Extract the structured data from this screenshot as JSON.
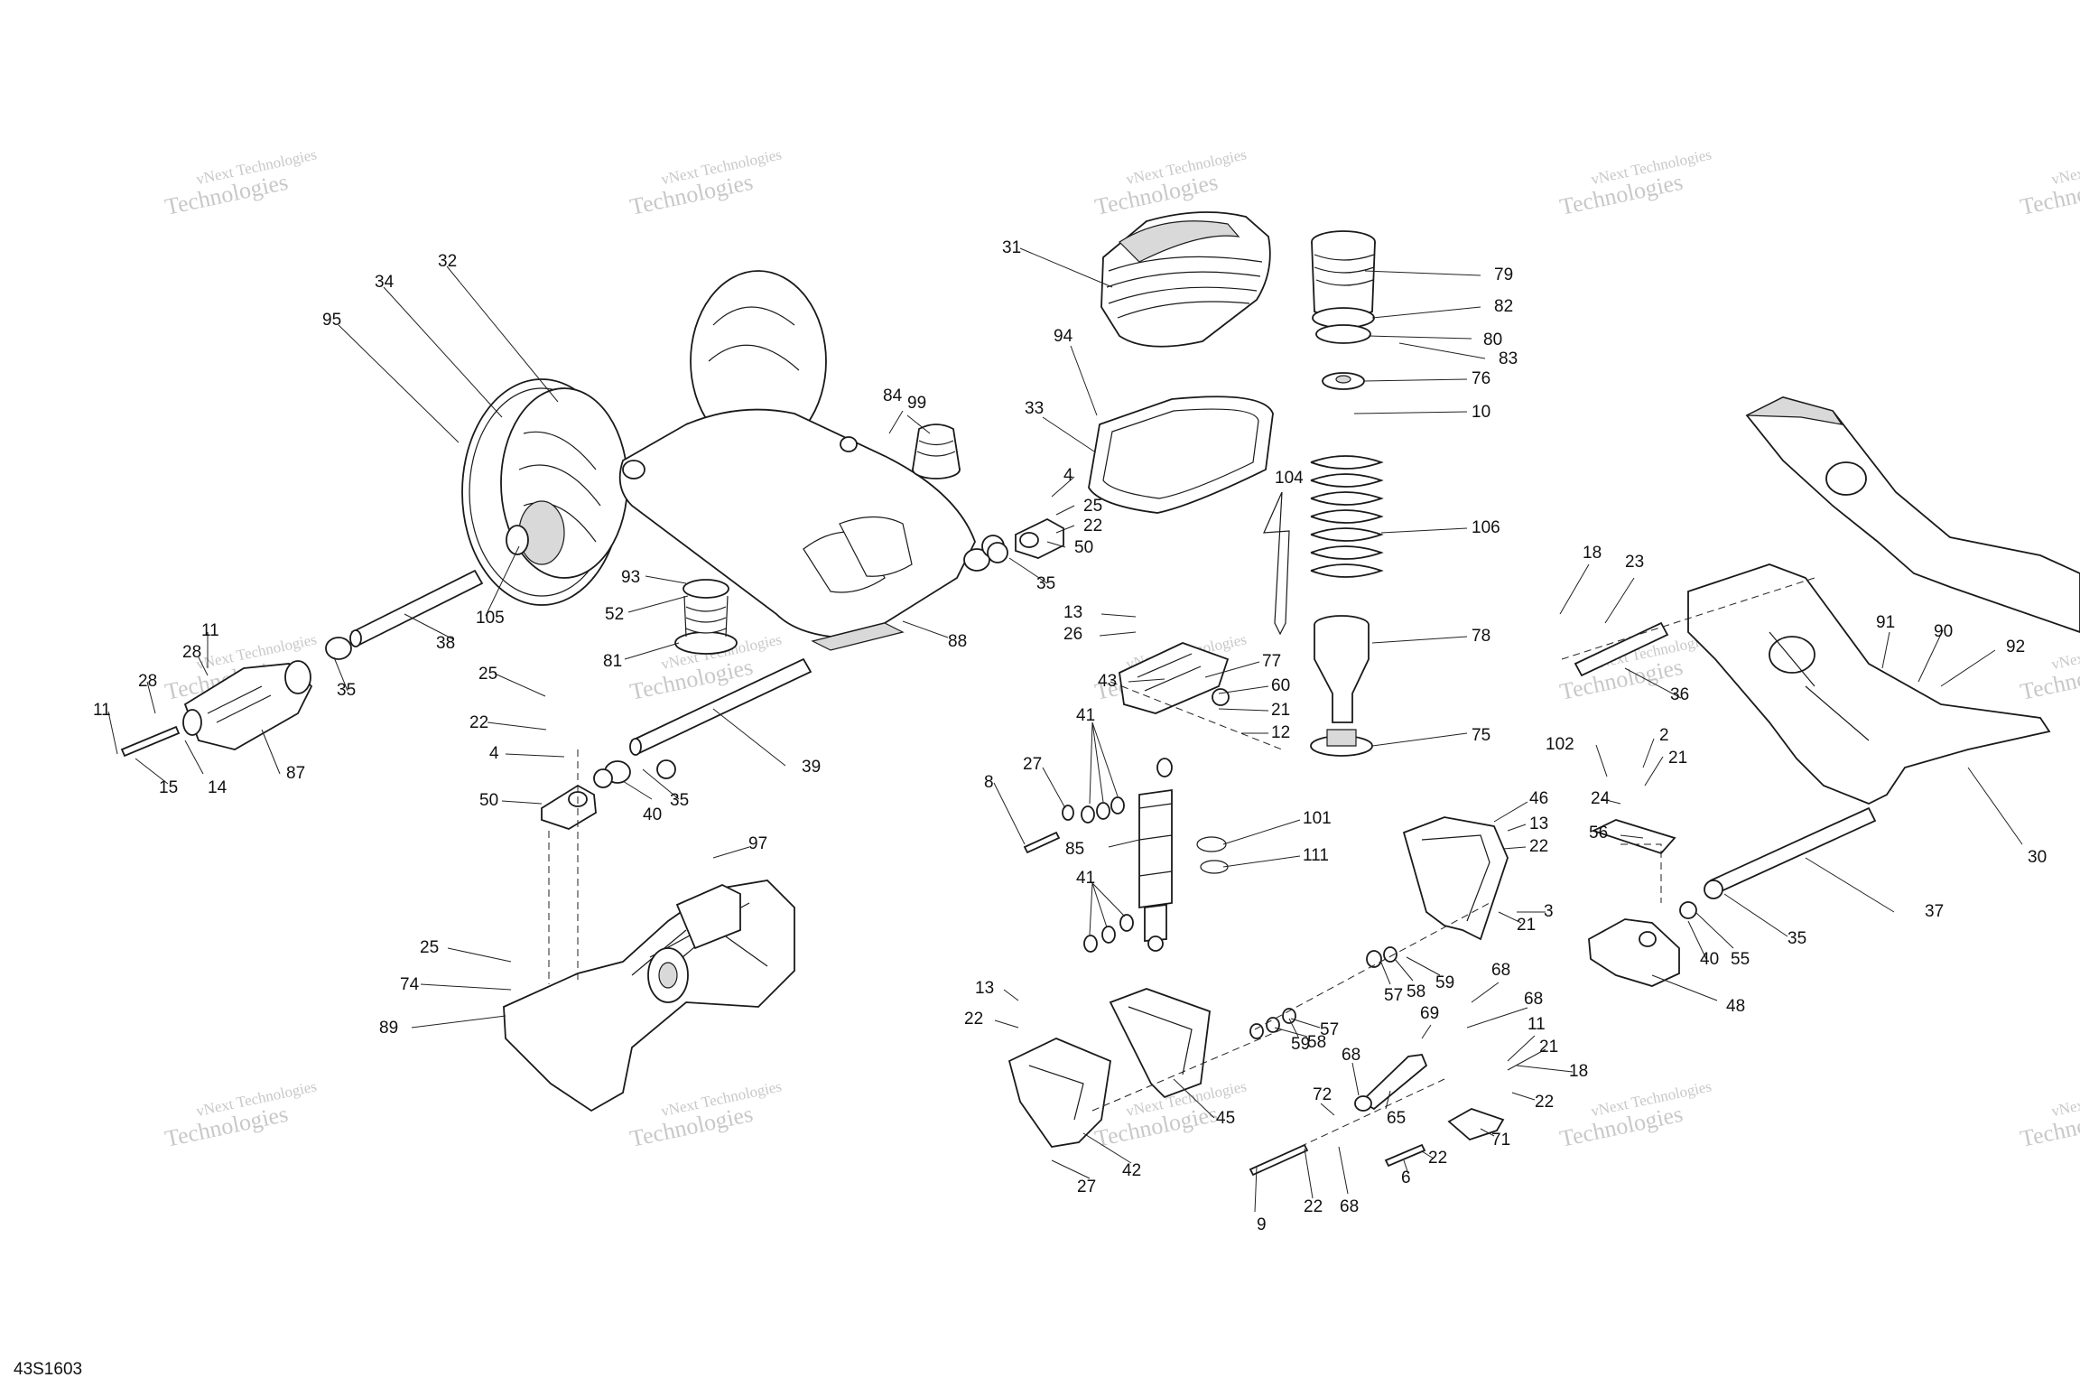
{
  "diagram_code": "43S1603",
  "watermark": {
    "line1": "vNext Technologies",
    "line2": "Technologies"
  },
  "callouts": [
    {
      "n": "31"
    },
    {
      "n": "79"
    },
    {
      "n": "82"
    },
    {
      "n": "80"
    },
    {
      "n": "83"
    },
    {
      "n": "76"
    },
    {
      "n": "10"
    },
    {
      "n": "104"
    },
    {
      "n": "106"
    },
    {
      "n": "78"
    },
    {
      "n": "75"
    },
    {
      "n": "33"
    },
    {
      "n": "94"
    },
    {
      "n": "84"
    },
    {
      "n": "99"
    },
    {
      "n": "32"
    },
    {
      "n": "34"
    },
    {
      "n": "95"
    },
    {
      "n": "4"
    },
    {
      "n": "25"
    },
    {
      "n": "22"
    },
    {
      "n": "50"
    },
    {
      "n": "35"
    },
    {
      "n": "93"
    },
    {
      "n": "52"
    },
    {
      "n": "81"
    },
    {
      "n": "88"
    },
    {
      "n": "105"
    },
    {
      "n": "38"
    },
    {
      "n": "35"
    },
    {
      "n": "11"
    },
    {
      "n": "28"
    },
    {
      "n": "28"
    },
    {
      "n": "11"
    },
    {
      "n": "15"
    },
    {
      "n": "14"
    },
    {
      "n": "87"
    },
    {
      "n": "25"
    },
    {
      "n": "22"
    },
    {
      "n": "4"
    },
    {
      "n": "50"
    },
    {
      "n": "40"
    },
    {
      "n": "35"
    },
    {
      "n": "39"
    },
    {
      "n": "36"
    },
    {
      "n": "13"
    },
    {
      "n": "26"
    },
    {
      "n": "77"
    },
    {
      "n": "43"
    },
    {
      "n": "60"
    },
    {
      "n": "21"
    },
    {
      "n": "12"
    },
    {
      "n": "41"
    },
    {
      "n": "27"
    },
    {
      "n": "8"
    },
    {
      "n": "85"
    },
    {
      "n": "41"
    },
    {
      "n": "101"
    },
    {
      "n": "111"
    },
    {
      "n": "97"
    },
    {
      "n": "25"
    },
    {
      "n": "74"
    },
    {
      "n": "89"
    },
    {
      "n": "13"
    },
    {
      "n": "22"
    },
    {
      "n": "45"
    },
    {
      "n": "42"
    },
    {
      "n": "27"
    },
    {
      "n": "46"
    },
    {
      "n": "13"
    },
    {
      "n": "22"
    },
    {
      "n": "21"
    },
    {
      "n": "3"
    },
    {
      "n": "57"
    },
    {
      "n": "58"
    },
    {
      "n": "59"
    },
    {
      "n": "68"
    },
    {
      "n": "68"
    },
    {
      "n": "59"
    },
    {
      "n": "58"
    },
    {
      "n": "57"
    },
    {
      "n": "69"
    },
    {
      "n": "68"
    },
    {
      "n": "72"
    },
    {
      "n": "65"
    },
    {
      "n": "9"
    },
    {
      "n": "22"
    },
    {
      "n": "68"
    },
    {
      "n": "11"
    },
    {
      "n": "21"
    },
    {
      "n": "18"
    },
    {
      "n": "22"
    },
    {
      "n": "71"
    },
    {
      "n": "6"
    },
    {
      "n": "22"
    },
    {
      "n": "18"
    },
    {
      "n": "23"
    },
    {
      "n": "91"
    },
    {
      "n": "90"
    },
    {
      "n": "92"
    },
    {
      "n": "102"
    },
    {
      "n": "2"
    },
    {
      "n": "21"
    },
    {
      "n": "24"
    },
    {
      "n": "56"
    },
    {
      "n": "30"
    },
    {
      "n": "37"
    },
    {
      "n": "35"
    },
    {
      "n": "55"
    },
    {
      "n": "40"
    },
    {
      "n": "48"
    }
  ]
}
